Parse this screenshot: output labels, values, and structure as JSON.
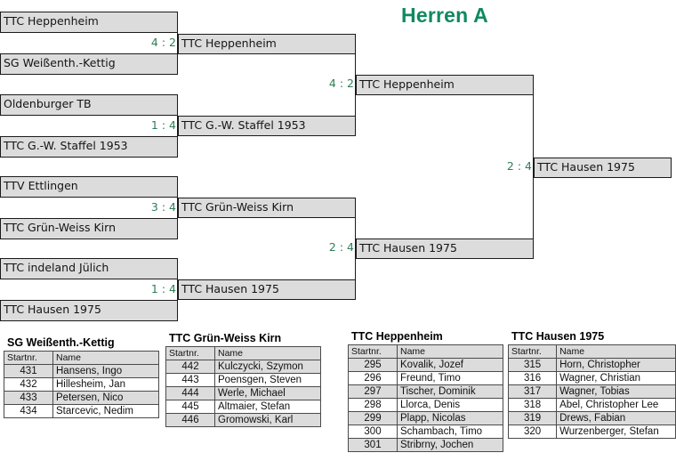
{
  "title": "Herren A",
  "bracket": {
    "round1": [
      {
        "top": "TTC Heppenheim",
        "bottom": "SG Weißenth.-Kettig",
        "score": "4 : 2"
      },
      {
        "top": "Oldenburger TB",
        "bottom": "TTC G.-W. Staffel 1953",
        "score": "1 : 4"
      },
      {
        "top": "TTV Ettlingen",
        "bottom": "TTC Grün-Weiss Kirn",
        "score": "3 : 4"
      },
      {
        "top": "TTC indeland Jülich",
        "bottom": "TTC Hausen 1975",
        "score": "1 : 4"
      }
    ],
    "round2": [
      {
        "winner": "TTC Heppenheim",
        "score": "4 : 2"
      },
      {
        "winner": "TTC G.-W. Staffel 1953",
        "score": ""
      },
      {
        "winner": "TTC Grün-Weiss Kirn",
        "score": "2 : 4"
      },
      {
        "winner": "TTC Hausen 1975",
        "score": ""
      }
    ],
    "semifinals": [
      {
        "winner": "TTC Heppenheim",
        "score": "2 : 4"
      },
      {
        "winner": "TTC Hausen 1975",
        "score": ""
      }
    ],
    "final": {
      "winner": "TTC Hausen 1975"
    },
    "score_color": "#2f7d57"
  },
  "rosters": [
    {
      "team": "SG Weißenth.-Kettig",
      "headers": [
        "Startnr.",
        "Name"
      ],
      "players": [
        {
          "startnr": "431",
          "name": "Hansens, Ingo"
        },
        {
          "startnr": "432",
          "name": "Hillesheim, Jan"
        },
        {
          "startnr": "433",
          "name": "Petersen, Nico"
        },
        {
          "startnr": "434",
          "name": "Starcevic, Nedim"
        }
      ]
    },
    {
      "team": "TTC Grün-Weiss Kirn",
      "headers": [
        "Startnr.",
        "Name"
      ],
      "players": [
        {
          "startnr": "442",
          "name": "Kulczycki, Szymon"
        },
        {
          "startnr": "443",
          "name": "Poensgen, Steven"
        },
        {
          "startnr": "444",
          "name": "Werle, Michael"
        },
        {
          "startnr": "445",
          "name": "Altmaier, Stefan"
        },
        {
          "startnr": "446",
          "name": "Gromowski, Karl"
        }
      ]
    },
    {
      "team": "TTC Heppenheim",
      "headers": [
        "Startnr.",
        "Name"
      ],
      "players": [
        {
          "startnr": "295",
          "name": "Kovalik, Jozef"
        },
        {
          "startnr": "296",
          "name": "Freund, Timo"
        },
        {
          "startnr": "297",
          "name": "Tischer, Dominik"
        },
        {
          "startnr": "298",
          "name": "Llorca, Denis"
        },
        {
          "startnr": "299",
          "name": "Plapp, Nicolas"
        },
        {
          "startnr": "300",
          "name": "Schambach, Timo"
        },
        {
          "startnr": "301",
          "name": "Stribrny, Jochen"
        }
      ]
    },
    {
      "team": "TTC Hausen 1975",
      "headers": [
        "Startnr.",
        "Name"
      ],
      "players": [
        {
          "startnr": "315",
          "name": "Horn, Christopher"
        },
        {
          "startnr": "316",
          "name": "Wagner, Christian"
        },
        {
          "startnr": "317",
          "name": "Wagner, Tobias"
        },
        {
          "startnr": "318",
          "name": "Abel, Christopher  Lee"
        },
        {
          "startnr": "319",
          "name": "Drews, Fabian"
        },
        {
          "startnr": "320",
          "name": "Wurzenberger, Stefan"
        }
      ]
    }
  ]
}
